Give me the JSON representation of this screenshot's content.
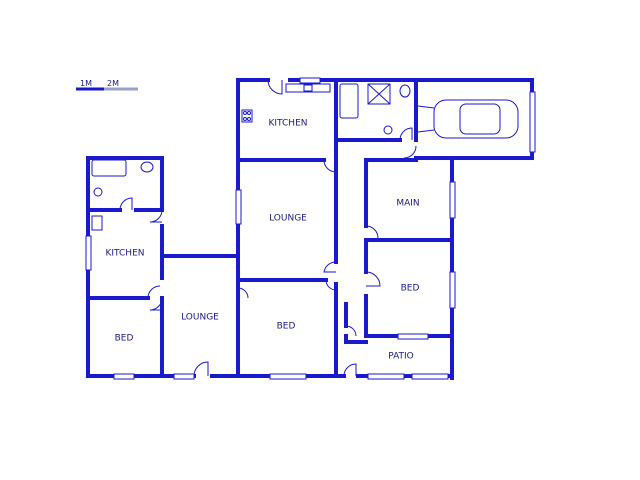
{
  "scale": {
    "first": "1M",
    "second": "2M"
  },
  "rooms": {
    "kitchen_main": "KITCHEN",
    "lounge_main": "LOUNGE",
    "main_bed": "MAIN",
    "bed_right": "BED",
    "bed_center": "BED",
    "patio": "PATIO",
    "kitchen_left": "KITCHEN",
    "lounge_left": "LOUNGE",
    "bed_left": "BED"
  },
  "colors": {
    "wall": "#1a1acc",
    "label": "#1a1a80"
  }
}
